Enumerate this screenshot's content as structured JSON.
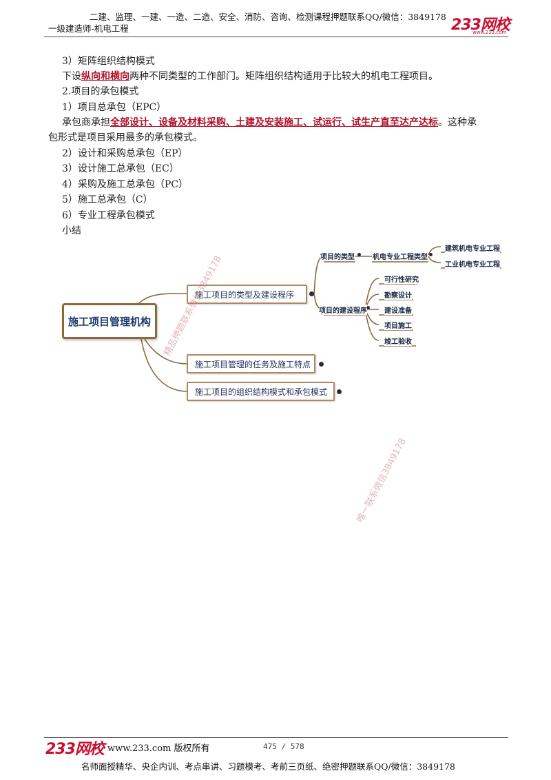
{
  "header": {
    "line1": "二建、监理、一建、一造、二造、安全、消防、咨询、检测课程押题联系QQ/微信：3849178",
    "line2": "一级建造师-机电工程",
    "logo": "233网校",
    "logo_sub": "www.233.com"
  },
  "body": {
    "p1": "3）矩阵组织结构模式",
    "p2_pre": "下设",
    "p2_hl": "纵向和横向",
    "p2_post": "两种不同类型的工作部门。矩阵组织结构适用于比较大的机电工程项目。",
    "p3": "2.项目的承包模式",
    "p4": "1）项目总承包（EPC）",
    "p5_pre": "承包商承担",
    "p5_hl": "全部设计、设备及材料采购、土建及安装施工、试运行、试生产直至达产达标",
    "p5_post": "。这种承",
    "p6": "包形式是项目采用最多的承包模式。",
    "p7": "2）设计和采购总承包（EP）",
    "p8": "3）设计施工总承包（EC）",
    "p9": "4）采购及施工总承包（PC）",
    "p10": "5）施工总承包（C）",
    "p11": "6）专业工程承包模式",
    "p12": "小结"
  },
  "mindmap": {
    "root": "施工项目管理机构",
    "l1_a": "施工项目的类型及建设程序",
    "l1_b": "施工项目管理的任务及施工特点",
    "l1_c": "施工项目的组织结构模式和承包模式",
    "type_label": "项目的类型",
    "type_child": "机电专业工程类型",
    "type_leaf1": "建筑机电专业工程",
    "type_leaf2": "工业机电专业工程",
    "proc_label": "项目的建设程序",
    "proc_leaves": [
      "可行性研究",
      "勘察设计",
      "建设准备",
      "项目施工",
      "竣工验收"
    ]
  },
  "watermarks": {
    "w1": "精品押题联系微信3849178",
    "w2": "唯一联系微信3849178"
  },
  "footer": {
    "logo": "233网校",
    "url": "www.233.com 版权所有",
    "page": "475 / 578",
    "line2": "名师面授精华、央企内训、考点串讲、习题模考、考前三页纸、绝密押题联系QQ/微信：3849178"
  }
}
